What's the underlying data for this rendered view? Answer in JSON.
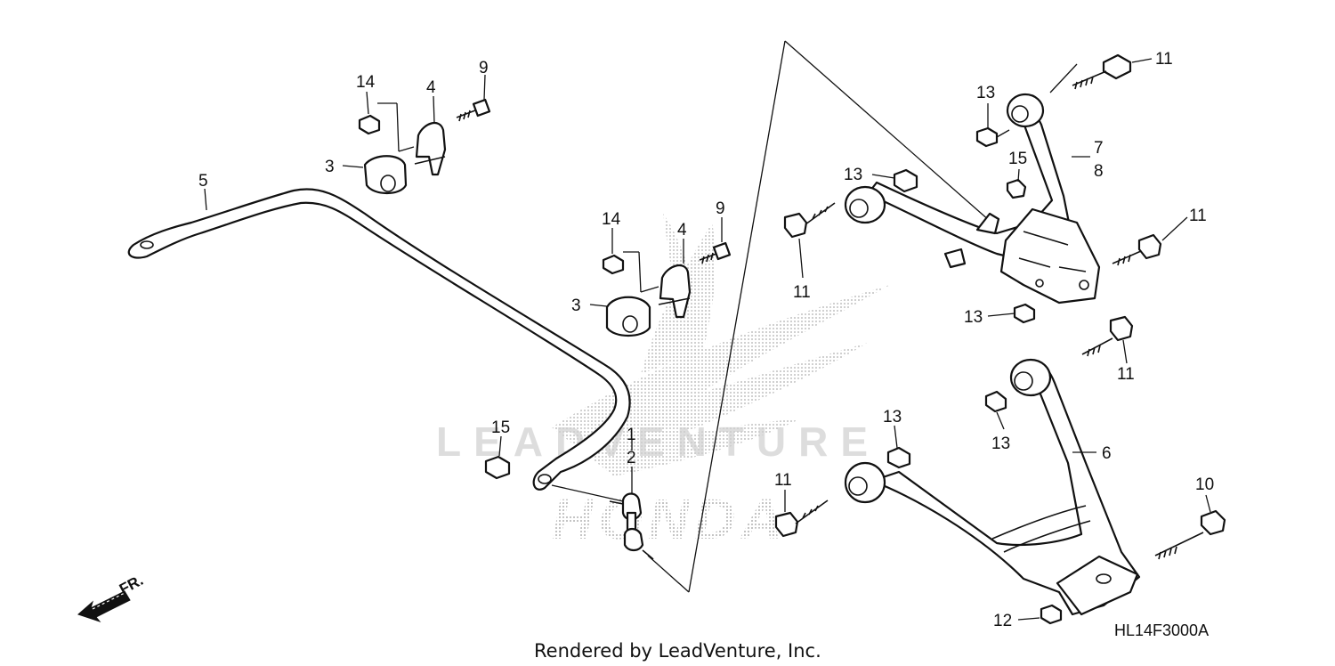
{
  "watermark": {
    "brand": "LEADVENTURE",
    "logo_text": "HONDA"
  },
  "parts_labels": {
    "p1": "1",
    "p2": "2",
    "p3a": "3",
    "p3b": "3",
    "p4a": "4",
    "p4b": "4",
    "p5": "5",
    "p6": "6",
    "p7": "7",
    "p8": "8",
    "p9a": "9",
    "p9b": "9",
    "p10": "10",
    "p11a": "11",
    "p11b": "11",
    "p11c": "11",
    "p11d": "11",
    "p11e": "11",
    "p12": "12",
    "p13a": "13",
    "p13b": "13",
    "p13c": "13",
    "p13d": "13",
    "p13e": "13",
    "p14a": "14",
    "p14b": "14",
    "p15a": "15",
    "p15b": "15"
  },
  "direction_label": "FR.",
  "diagram_code": "HL14F3000A",
  "footer": "Rendered by LeadVenture, Inc."
}
